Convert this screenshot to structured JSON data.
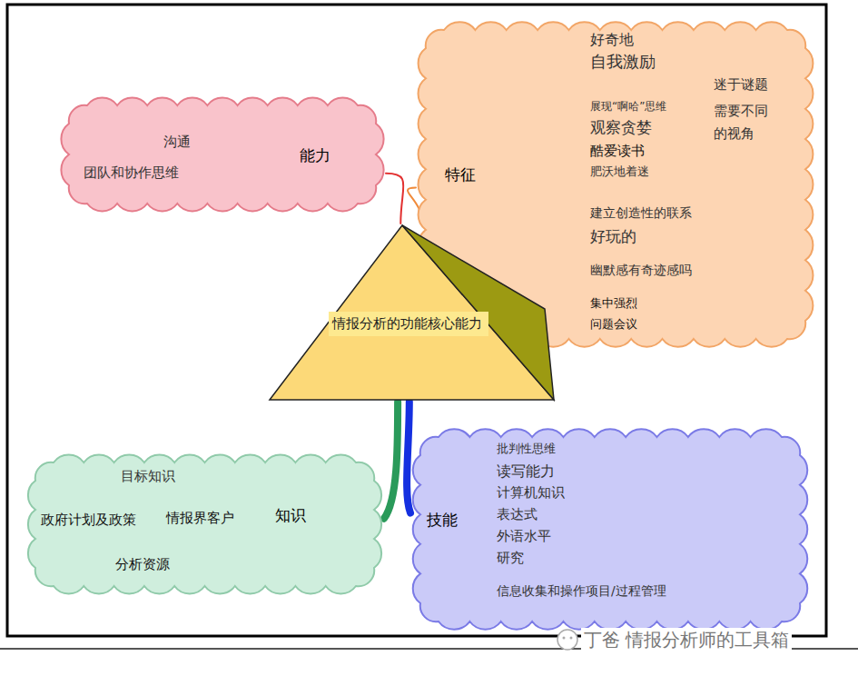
{
  "diagram": {
    "nodes": [
      {
        "text": [
          "能力",
          "沟通",
          "团队和协作思维"
        ]
      },
      {
        "text": [
          "特征",
          "好奇地",
          "自我激励",
          "展现“啊哈”思维",
          "观察贪婪",
          "酷爱读书",
          "肥沃地着迷",
          "建立创造性的联系",
          "好玩的",
          "幽默感有奇迹感吗",
          "集中强烈",
          "问题会议",
          "迷于谜题",
          "需要不同 的视角"
        ]
      },
      {
        "text": [
          "情报分析的功能核心能力"
        ]
      },
      {
        "text": [
          "知识",
          "目标知识",
          "政府计划及政策",
          "情报界客户",
          "分析资源"
        ]
      },
      {
        "text": [
          "技能",
          "批判性思维",
          "读写能力",
          "计算机知识",
          "表达式",
          "外语水平",
          "研究",
          "信息收集和操作项目/过程管理"
        ]
      }
    ],
    "edges": [
      {
        "from": 2,
        "to": 0,
        "arrow": "none"
      },
      {
        "from": 2,
        "to": 1,
        "arrow": "none"
      },
      {
        "from": 2,
        "to": 3,
        "arrow": "none"
      },
      {
        "from": 2,
        "to": 4,
        "arrow": "none"
      }
    ],
    "labels": [
      "丁爸 情报分析师的工具箱"
    ]
  }
}
